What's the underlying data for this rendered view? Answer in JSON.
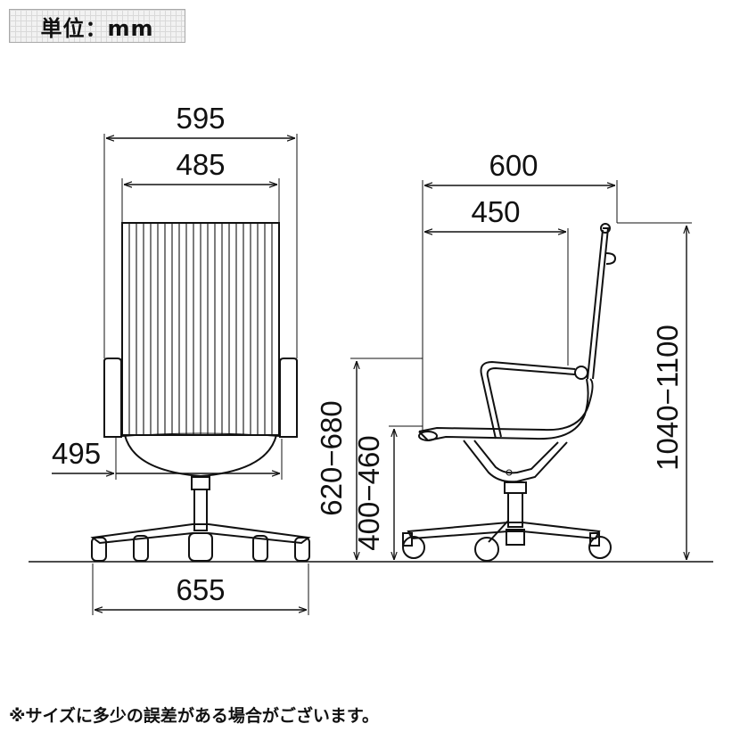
{
  "unit_label": "単位：mm",
  "note": "※サイズに多少の誤差がある場合がございます。",
  "dimensions": {
    "overall_width": "595",
    "back_width": "485",
    "seat_width": "495",
    "base_width": "655",
    "overall_depth": "600",
    "seat_depth": "450",
    "overall_height": "1040−1100",
    "armrest_height": "620−680",
    "seat_height": "400−460"
  }
}
